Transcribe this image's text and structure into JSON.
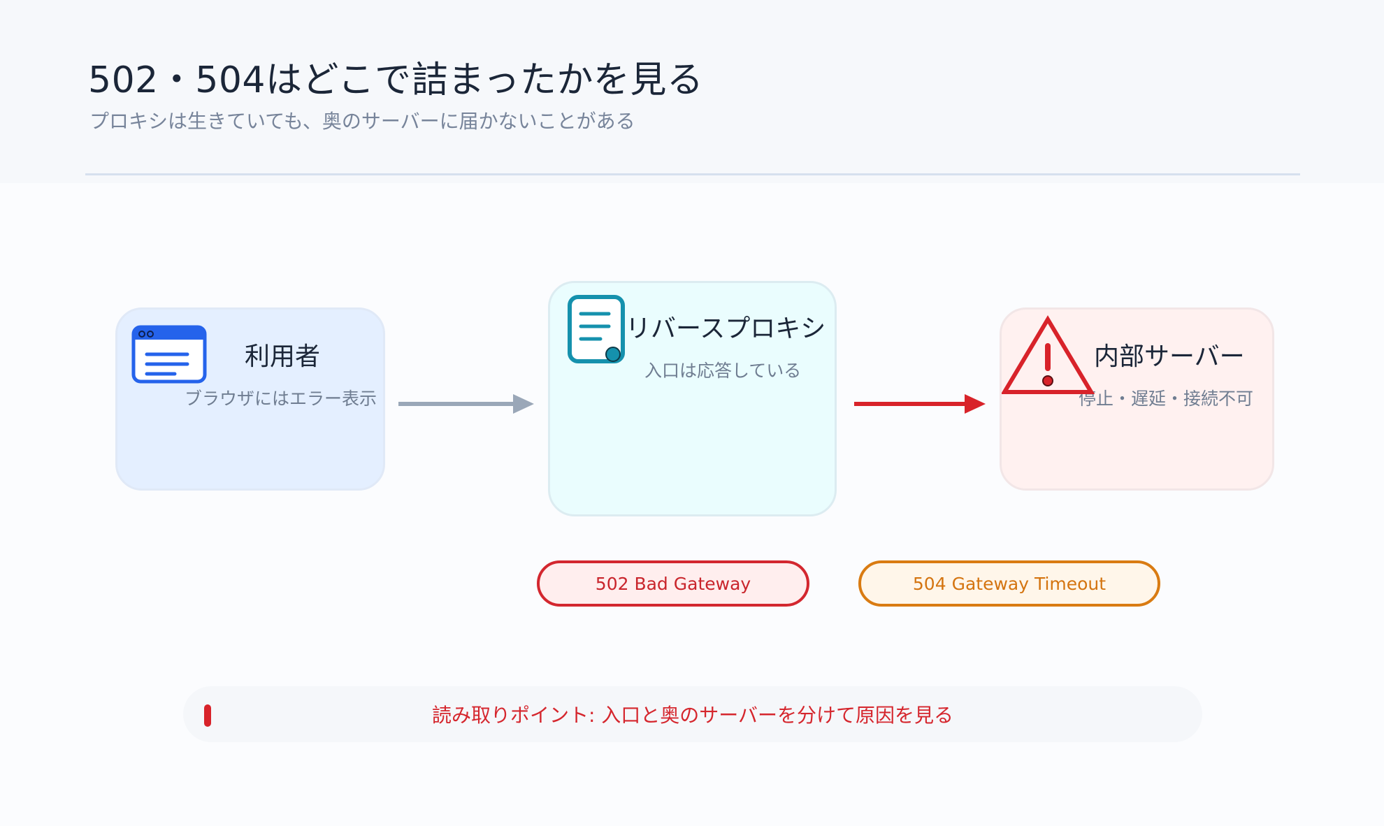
{
  "header": {
    "title": "502・504はどこで詰まったかを見る",
    "subtitle": "プロキシは生きていても、奥のサーバーに届かないことがある"
  },
  "nodes": {
    "user": {
      "title": "利用者",
      "subtitle": "ブラウザにはエラー表示",
      "icon": "browser-window-icon",
      "color": "#2563eb"
    },
    "proxy": {
      "title": "リバースプロキシ",
      "subtitle": "入口は応答している",
      "icon": "document-list-icon",
      "color": "#1591ad"
    },
    "server": {
      "title": "内部サーバー",
      "subtitle": "停止・遅延・接続不可",
      "icon": "warning-triangle-icon",
      "color": "#d8232a"
    }
  },
  "status": {
    "bad_gateway": {
      "label": "502 Bad Gateway",
      "color": "#d3272f"
    },
    "gateway_timeout": {
      "label": "504 Gateway Timeout",
      "color": "#d97b12"
    }
  },
  "arrows": {
    "user_to_proxy": {
      "color": "#9aa7b8"
    },
    "proxy_to_server": {
      "color": "#d8232a"
    }
  },
  "callout": {
    "text": "読み取りポイント: 入口と奥のサーバーを分けて原因を見る",
    "accent": "#d8232a"
  }
}
